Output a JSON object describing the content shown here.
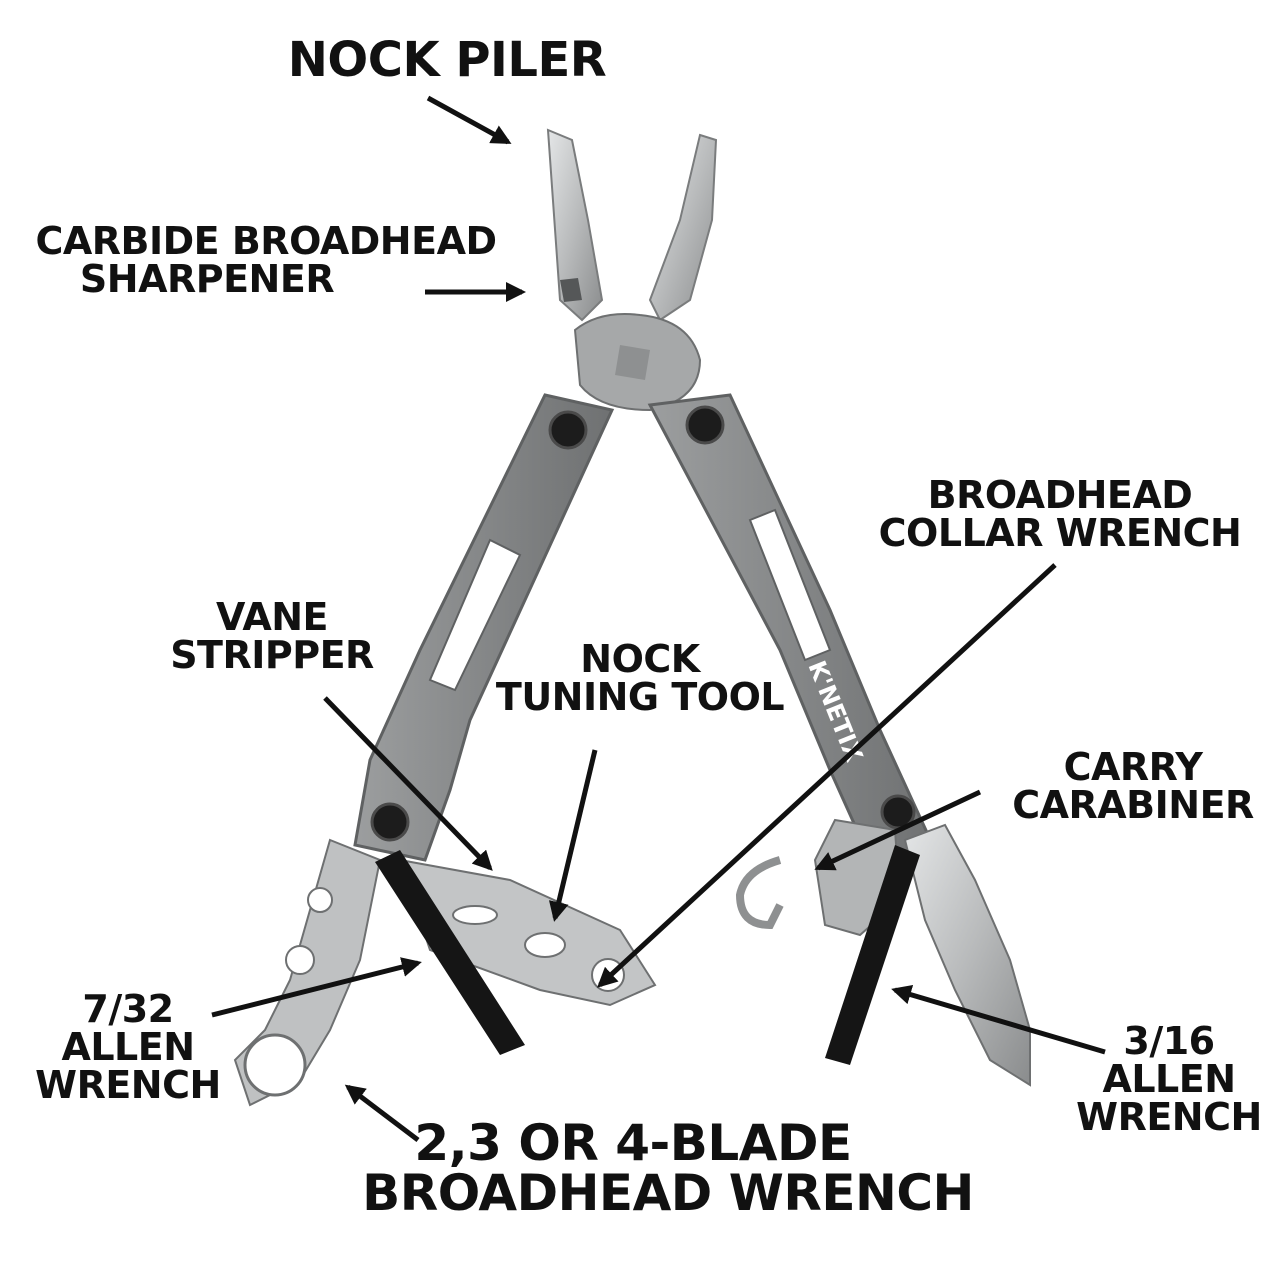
{
  "colors": {
    "background": "#ffffff",
    "text": "#111111",
    "arrow": "#111111",
    "steel_light": "#c9cbcc",
    "steel_mid": "#9a9c9d",
    "steel_dark": "#6e7071",
    "handle": "#8d8f90",
    "handle_dark": "#5f6162",
    "allen_key": "#151515"
  },
  "brand_mark": "K'NETIX",
  "callouts": {
    "nock_plier": {
      "lines": [
        "NOCK PILER"
      ],
      "icon": "arrow-icon"
    },
    "sharpener": {
      "lines": [
        "CARBIDE BROADHEAD",
        "SHARPENER"
      ],
      "icon": "arrow-icon"
    },
    "collar_wrench": {
      "lines": [
        "BROADHEAD",
        "COLLAR WRENCH"
      ],
      "icon": "arrow-icon"
    },
    "vane_stripper": {
      "lines": [
        "VANE",
        "STRIPPER"
      ],
      "icon": "arrow-icon"
    },
    "nock_tuning": {
      "lines": [
        "NOCK",
        "TUNING TOOL"
      ],
      "icon": "arrow-icon"
    },
    "carabiner": {
      "lines": [
        "CARRY",
        "CARABINER"
      ],
      "icon": "arrow-icon"
    },
    "allen_732": {
      "lines": [
        "7/32",
        "ALLEN",
        "WRENCH"
      ],
      "icon": "arrow-icon"
    },
    "allen_316": {
      "lines": [
        "3/16",
        "ALLEN",
        "WRENCH"
      ],
      "icon": "arrow-icon"
    },
    "broadhead_wrench": {
      "lines": [
        "2,3 OR 4-BLADE",
        "BROADHEAD WRENCH"
      ],
      "icon": "arrow-icon"
    }
  }
}
